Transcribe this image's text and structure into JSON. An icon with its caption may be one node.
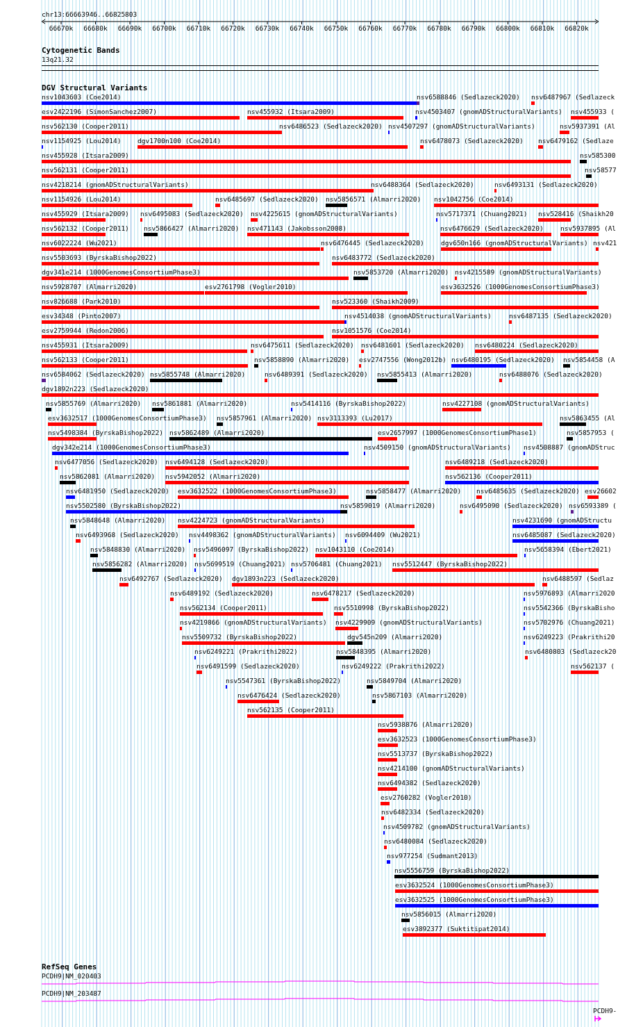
{
  "diagram": {
    "labels": [
      "chr13:66663946..66825803",
      "66670k",
      "66680k",
      "66690k",
      "66700k",
      "66710k",
      "66720k",
      "66730k",
      "66740k",
      "66750k",
      "66760k",
      "66770k",
      "66780k",
      "66790k",
      "66800k",
      "66810k",
      "66820k",
      "Cytogenetic Bands",
      "13q21.32",
      "DGV Structural Variants",
      "nsv1043603 (Coe2014)",
      "nsv6588846 (Sedlazeck2020)",
      "nsv6487967 (Sedlazeck",
      "esv2422196 (SimonSanchez2007)",
      "nsv455932 (Itsara2009)",
      "nsv4503407 (gnomADStructuralVariants)",
      "nsv455933 (",
      "nsv562130 (Cooper2011)",
      "nsv6486523 (Sedlazeck2020)",
      "nsv4507297 (gnomADStructuralVariants)",
      "nsv5937391 (Al",
      "nsv1154925 (Lou2014)",
      "dgv1700n100 (Coe2014)",
      "nsv6478073 (Sedlazeck2020)",
      "nsv6479162 (Sedlaze",
      "nsv455928 (Itsara2009)",
      "nsv585300",
      "nsv562131 (Cooper2011)",
      "nsv58577",
      "nsv4218214 (gnomADStructuralVariants)",
      "nsv6488364 (Sedlazeck2020)",
      "nsv6493131 (Sedlazeck2020)",
      "nsv1154926 (Lou2014)",
      "nsv6485697 (Sedlazeck2020)",
      "nsv5856571 (Almarri2020)",
      "nsv1042756 (Coe2014)",
      "nsv455929 (Itsara2009)",
      "nsv6495083 (Sedlazeck2020)",
      "nsv4225615 (gnomADStructuralVariants)",
      "nsv5717371 (Chuang2021)",
      "nsv528416 (Shaikh20",
      "nsv562132 (Cooper2011)",
      "nsv5866427 (Almarri2020)",
      "nsv471143 (Jakobsson2008)",
      "nsv6476629 (Sedlazeck2020)",
      "nsv5937895 (Al",
      "nsv6022224 (Wu2021)",
      "nsv6476445 (Sedlazeck2020)",
      "dgv650n166 (gnomADStructuralVariants)",
      "nsv421",
      "nsv5503693 (ByrskaBishop2022)",
      "nsv6483772 (Sedlazeck2020)",
      "dgv341e214 (1000GenomesConsortiumPhase3)",
      "nsv5853720 (Almarri2020)",
      "nsv4215589 (gnomADStructuralVariants)",
      "nsv5928707 (Almarri2020)",
      "esv2761798 (Vogler2010)",
      "esv3632526 (1000GenomesConsortiumPhase3)",
      "nsv826688 (Park2010)",
      "nsv523360 (Shaikh2009)",
      "esv34348 (Pinto2007)",
      "nsv4514038 (gnomADStructuralVariants)",
      "nsv6487135 (Sedlazeck2020)",
      "esv2759944 (Redon2006)",
      "nsv1051576 (Coe2014)",
      "nsv455931 (Itsara2009)",
      "nsv6475611 (Sedlazeck2020)",
      "nsv6481601 (Sedlazeck2020)",
      "nsv6480224 (Sedlazeck2020)",
      "nsv562133 (Cooper2011)",
      "nsv5858890 (Almarri2020)",
      "esv2747556 (Wong2012b)",
      "nsv6480195 (Sedlazeck2020)",
      "nsv5854458 (A",
      "nsv6584062 (Sedlazeck2020)",
      "nsv5855748 (Almarri2020)",
      "nsv6489391 (Sedlazeck2020)",
      "nsv5855413 (Almarri2020)",
      "nsv6488076 (Sedlazeck2020)",
      "dgv1892n223 (Sedlazeck2020)",
      "nsv5855769 (Almarri2020)",
      "nsv5861881 (Almarri2020)",
      "nsv5414116 (ByrskaBishop2022)",
      "nsv4227108 (gnomADStructuralVariants)",
      "esv3632517 (1000GenomesConsortiumPhase3)",
      "nsv5857961 (Almarri2020)",
      "nsv3113393 (Lu2017)",
      "nsv5863455 (Al",
      "nsv5498384 (ByrskaBishop2022)",
      "nsv5862489 (Almarri2020)",
      "esv2657997 (1000GenomesConsortiumPhase1)",
      "nsv5857953 (",
      "dgv342e214 (1000GenomesConsortiumPhase3)",
      "nsv4509150 (gnomADStructuralVariants)",
      "nsv4508887 (gnomADStruc",
      "nsv6477056 (Sedlazeck2020)",
      "nsv6494128 (Sedlazeck2020)",
      "nsv6489218 (Sedlazeck2020)",
      "nsv5862081 (Almarri2020)",
      "nsv5942052 (Almarri2020)",
      "nsv562136 (Cooper2011)",
      "nsv6481950 (Sedlazeck2020)",
      "esv3632522 (1000GenomesConsortiumPhase3)",
      "nsv5858477 (Almarri2020)",
      "nsv6485635 (Sedlazeck2020)",
      "esv26602",
      "nsv5502580 (ByrskaBishop2022)",
      "nsv5859019 (Almarri2020)",
      "nsv6495090 (Sedlazeck2020)",
      "nsv6593389 (",
      "nsv5848648 (Almarri2020)",
      "nsv4224723 (gnomADStructuralVariants)",
      "nsv4231690 (gnomADStructu",
      "nsv6493968 (Sedlazeck2020)",
      "nsv4498362 (gnomADStructuralVariants)",
      "nsv6094409 (Wu2021)",
      "nsv6485087 (Sedlazeck2020)",
      "nsv5848830 (Almarri2020)",
      "nsv5496097 (ByrskaBishop2022)",
      "nsv1043110 (Coe2014)",
      "nsv5658394 (Ebert2021)",
      "nsv5856282 (Almarri2020)",
      "nsv5699519 (Chuang2021)",
      "nsv5706481 (Chuang2021)",
      "nsv5512447 (ByrskaBishop2022)",
      "nsv6492767 (Sedlazeck2020)",
      "dgv1893n223 (Sedlazeck2020)",
      "nsv6488597 (Sedlaz",
      "nsv6489192 (Sedlazeck2020)",
      "nsv6478217 (Sedlazeck2020)",
      "nsv5976893 (Almarri2020",
      "nsv562134 (Cooper2011)",
      "nsv5510998 (ByrskaBishop2022)",
      "nsv5542366 (ByrskaBisho",
      "nsv4219866 (gnomADStructuralVariants)",
      "nsv4229909 (gnomADStructuralVariants)",
      "nsv5702976 (Chuang2021)",
      "nsv5509732 (ByrskaBishop2022)",
      "dgv545n209 (Almarri2020)",
      "nsv6249223 (Prakrithi20",
      "nsv6249221 (Prakrithi2022)",
      "nsv5848395 (Almarri2020)",
      "nsv6480803 (Sedlazeck20",
      "nsv6491599 (Sedlazeck2020)",
      "nsv6249222 (Prakrithi2022)",
      "nsv562137 (",
      "nsv5547361 (ByrskaBishop2022)",
      "nsv5849704 (Almarri2020)",
      "nsv6476424 (Sedlazeck2020)",
      "nsv5867103 (Almarri2020)",
      "nsv562135 (Cooper2011)",
      "nsv5938876 (Almarri2020)",
      "esv3632523 (1000GenomesConsortiumPhase3)",
      "nsv5513737 (ByrskaBishop2022)",
      "nsv4214100 (gnomADStructuralVariants)",
      "nsv6494382 (Sedlazeck2020)",
      "esv2760282 (Vogler2010)",
      "nsv6482334 (Sedlazeck2020)",
      "nsv4509782 (gnomADStructuralVariants)",
      "nsv6480084 (Sedlazeck2020)",
      "nsv977254 (Sudmant2013)",
      "nsv5556759 (ByrskaBishop2022)",
      "esv3632524 (1000GenomesConsortiumPhase3)",
      "esv3632525 (1000GenomesConsortiumPhase3)",
      "nsv5856015 (Almarri2020)",
      "esv3892377 (Suktitipat2014)",
      "RefSeq Genes",
      "PCDH9|NM_020403",
      "PCDH9|NM_203487",
      "PCDH9-"
    ]
  }
}
